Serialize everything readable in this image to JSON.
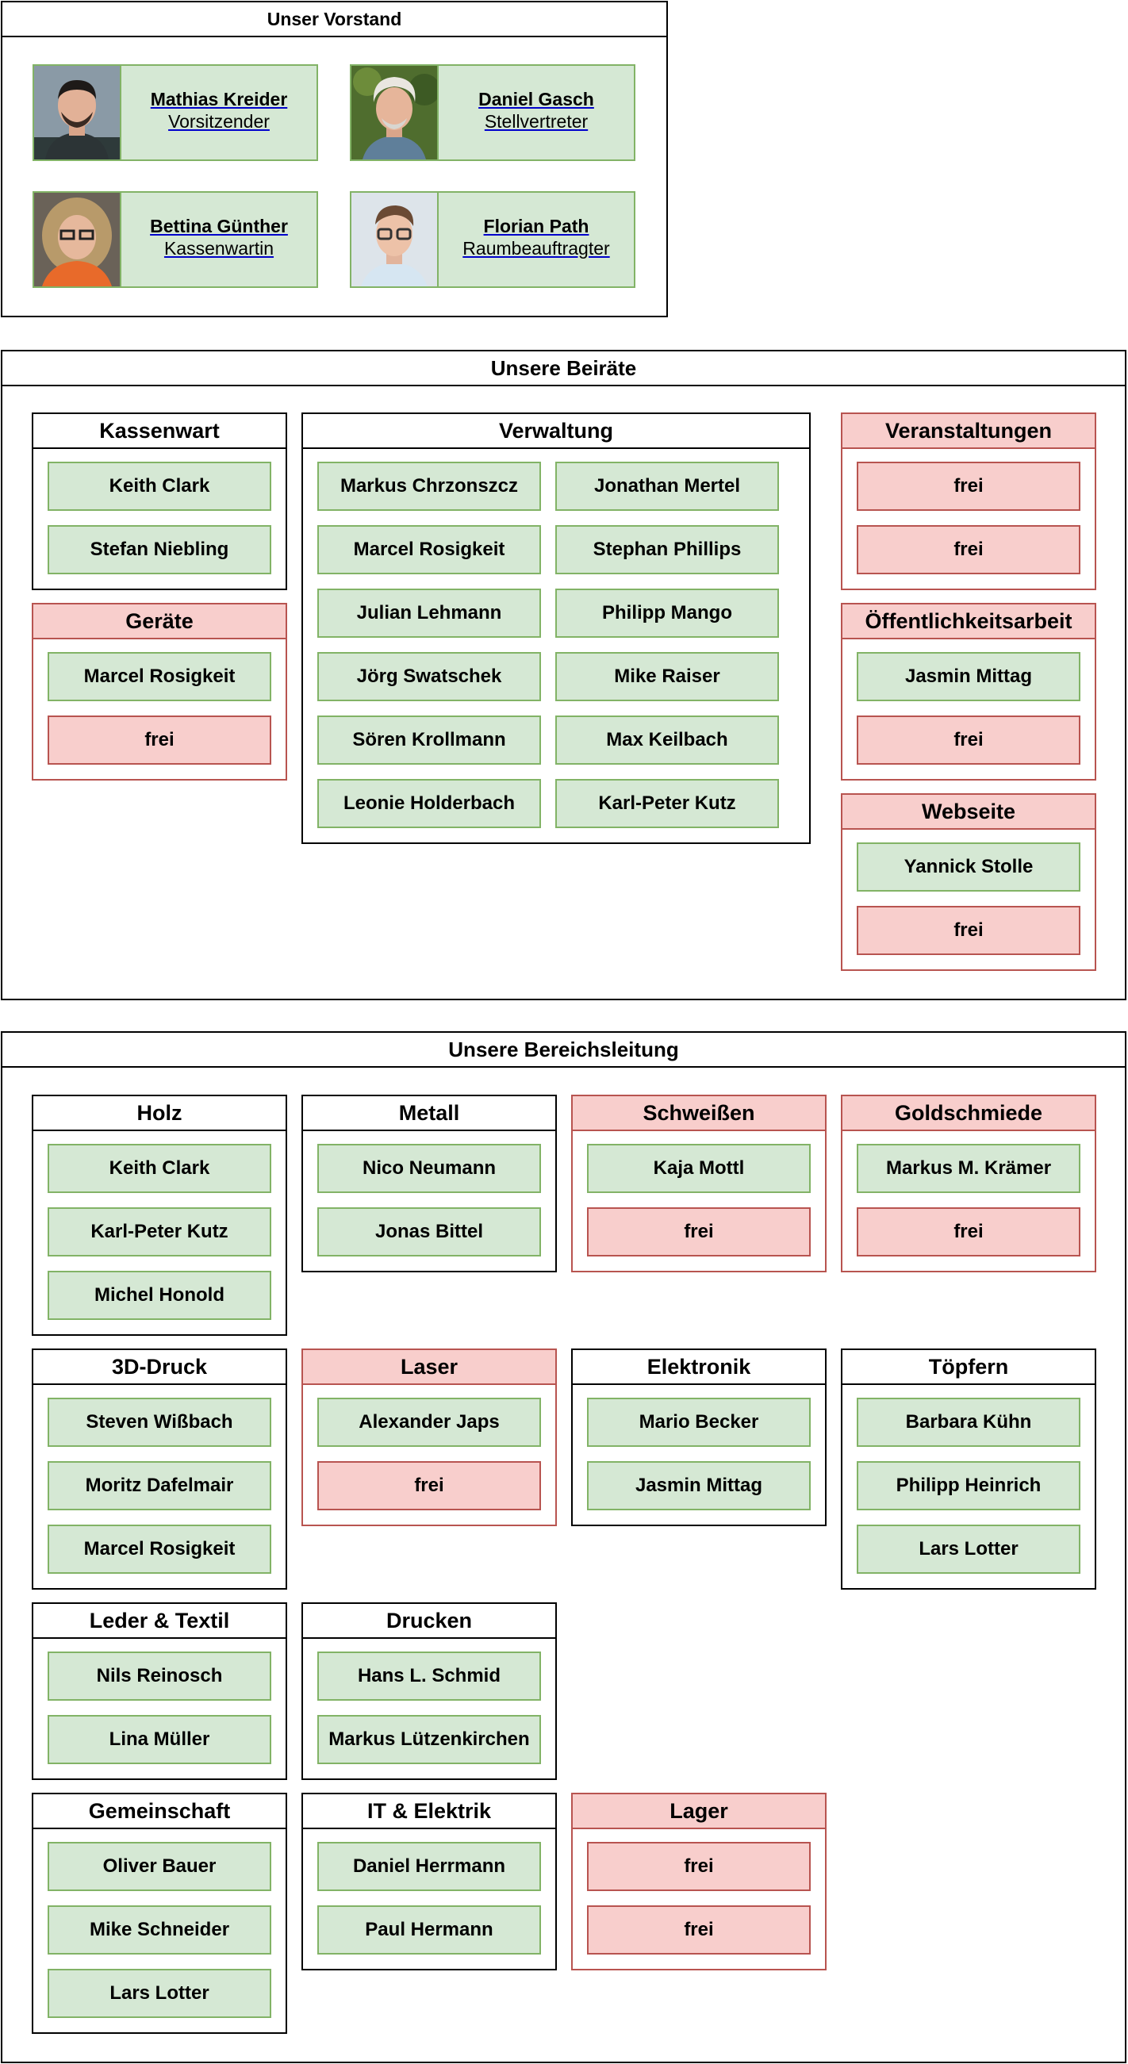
{
  "vorstand": {
    "title": "Unser Vorstand",
    "members": [
      {
        "name": "Mathias Kreider",
        "role": "Vorsitzender"
      },
      {
        "name": "Daniel Gasch",
        "role": "Stellvertreter"
      },
      {
        "name": "Bettina Günther",
        "role": "Kassenwartin"
      },
      {
        "name": "Florian Path",
        "role": "Raumbeauftragter"
      }
    ]
  },
  "beiraete": {
    "title": "Unsere Beiräte",
    "groups": [
      {
        "title": "Kassenwart",
        "members": [
          "Keith Clark",
          "Stefan Niebling"
        ]
      },
      {
        "title": "Geräte",
        "members": [
          "Marcel Rosigkeit",
          "frei"
        ]
      },
      {
        "title": "Verwaltung",
        "members": [
          "Markus Chrzonszcz",
          "Jonathan Mertel",
          "Marcel Rosigkeit",
          "Stephan Phillips",
          "Julian Lehmann",
          "Philipp Mango",
          "Jörg Swatschek",
          "Mike Raiser",
          "Sören Krollmann",
          "Max Keilbach",
          "Leonie Holderbach",
          "Karl-Peter Kutz"
        ]
      },
      {
        "title": "Veranstaltungen",
        "members": [
          "frei",
          "frei"
        ]
      },
      {
        "title": "Öffentlichkeitsarbeit",
        "members": [
          "Jasmin Mittag",
          "frei"
        ]
      },
      {
        "title": "Webseite",
        "members": [
          "Yannick Stolle",
          "frei"
        ]
      }
    ]
  },
  "bereichsleitung": {
    "title": "Unsere Bereichsleitung",
    "groups": [
      {
        "title": "Holz",
        "members": [
          "Keith Clark",
          "Karl-Peter Kutz",
          "Michel Honold"
        ]
      },
      {
        "title": "Metall",
        "members": [
          "Nico Neumann",
          "Jonas Bittel"
        ]
      },
      {
        "title": "Schweißen",
        "members": [
          "Kaja Mottl",
          "frei"
        ]
      },
      {
        "title": "Goldschmiede",
        "members": [
          "Markus M. Krämer",
          "frei"
        ]
      },
      {
        "title": "3D-Druck",
        "members": [
          "Steven Wißbach",
          "Moritz Dafelmair",
          "Marcel Rosigkeit"
        ]
      },
      {
        "title": "Laser",
        "members": [
          "Alexander Japs",
          "frei"
        ]
      },
      {
        "title": "Elektronik",
        "members": [
          "Mario Becker",
          "Jasmin Mittag"
        ]
      },
      {
        "title": "Töpfern",
        "members": [
          "Barbara Kühn",
          "Philipp Heinrich",
          "Lars Lotter"
        ]
      },
      {
        "title": "Leder & Textil",
        "members": [
          "Nils Reinosch",
          "Lina Müller"
        ]
      },
      {
        "title": "Drucken",
        "members": [
          "Hans L. Schmid",
          "Markus Lützenkirchen"
        ]
      },
      {
        "title": "Gemeinschaft",
        "members": [
          "Oliver Bauer",
          "Mike Schneider",
          "Lars Lotter"
        ]
      },
      {
        "title": "IT & Elektrik",
        "members": [
          "Daniel Herrmann",
          "Paul Hermann"
        ]
      },
      {
        "title": "Lager",
        "members": [
          "frei",
          "frei"
        ]
      }
    ]
  },
  "colors": {
    "filled_fill": "#d5e8d4",
    "filled_border": "#82b366",
    "vacant_fill": "#f8cecc",
    "vacant_border": "#b85450"
  }
}
